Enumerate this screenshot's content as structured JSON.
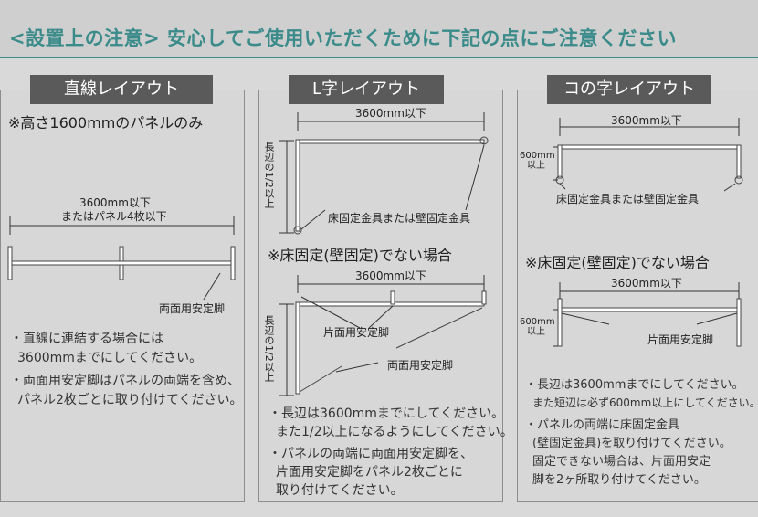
{
  "header": {
    "title": "<設置上の注意> 安心してご使用いただくために下記の点にご注意ください"
  },
  "panels": {
    "straight": {
      "tab": "直線レイアウト",
      "subtitle": "※高さ1600mmのパネルのみ",
      "dim_line1": "3600mm以下",
      "dim_line2": "またはパネル4枚以下",
      "callout": "両面用安定脚",
      "notes": [
        "・直線に連結する場合には",
        "3600mmまでにしてください。",
        "・両面用安定脚はパネルの両端を含め、",
        "パネル2枚ごとに取り付けてください。"
      ]
    },
    "l_shape": {
      "tab": "L字レイアウト",
      "dim1": "3600mm以下",
      "vert_label": "長辺の1/2以上",
      "callout1": "床固定金具または壁固定金具",
      "condition": "※床固定(壁固定)でない場合",
      "dim2": "3600mm以下",
      "callout2": "片面用安定脚",
      "callout3": "両面用安定脚",
      "vert_label2": "長辺の1/2以上",
      "notes": [
        "・長辺は3600mmまでにしてください。",
        "また1/2以上になるようにしてください。",
        "・パネルの両端に両面用安定脚を、",
        "片面用安定脚をパネル2枚ごとに",
        "取り付けてください。"
      ]
    },
    "u_shape": {
      "tab": "コの字レイアウト",
      "dim1": "3600mm以下",
      "side_label_1": "600mm",
      "side_label_2": "以上",
      "callout1": "床固定金具または壁固定金具",
      "condition": "※床固定(壁固定)でない場合",
      "dim2": "3600mm以下",
      "side2_label_1": "600mm",
      "side2_label_2": "以上",
      "callout2": "片面用安定脚",
      "notes": [
        "・長辺は3600mmまでにしてください。",
        "また短辺は必ず600mm以上にしてください。",
        "・パネルの両端に床固定金具",
        "(壁固定金具)を取り付けてください。",
        "固定できない場合は、片面用安定",
        "脚を2ヶ所取り付けてください。"
      ]
    }
  }
}
